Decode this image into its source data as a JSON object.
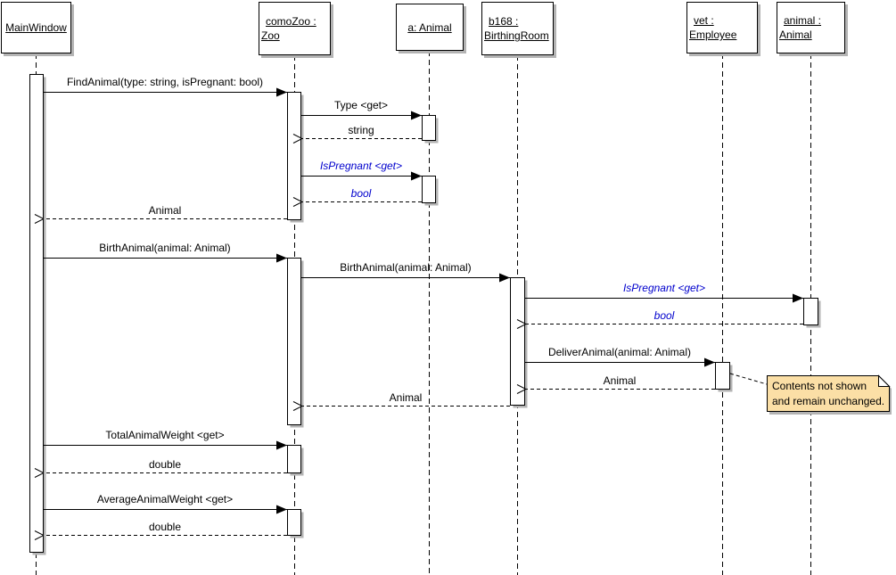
{
  "diagram_title": "Sequence diagram",
  "lifelines": [
    {
      "id": "mainwindow",
      "lines": [
        "MainWindow"
      ]
    },
    {
      "id": "comozoo",
      "lines": [
        "comoZoo :",
        "Zoo"
      ]
    },
    {
      "id": "a-animal",
      "lines": [
        "a: Animal"
      ]
    },
    {
      "id": "b168",
      "lines": [
        "b168 :",
        "BirthingRoom"
      ]
    },
    {
      "id": "vet",
      "lines": [
        "vet :",
        "Employee"
      ]
    },
    {
      "id": "animal",
      "lines": [
        "animal :",
        "Animal"
      ]
    }
  ],
  "messages": [
    {
      "label": "FindAnimal(type: string, isPregnant: bool)",
      "kind": "call",
      "style": "normal",
      "from": "mainwindow",
      "to": "comozoo"
    },
    {
      "label": "Type <get>",
      "kind": "call",
      "style": "normal",
      "from": "comozoo",
      "to": "a-animal"
    },
    {
      "label": "string",
      "kind": "return",
      "style": "normal",
      "from": "a-animal",
      "to": "comozoo"
    },
    {
      "label": "IsPregnant <get>",
      "kind": "call",
      "style": "getter",
      "from": "comozoo",
      "to": "a-animal"
    },
    {
      "label": "bool",
      "kind": "return",
      "style": "getter",
      "from": "a-animal",
      "to": "comozoo"
    },
    {
      "label": "Animal",
      "kind": "return",
      "style": "normal",
      "from": "comozoo",
      "to": "mainwindow"
    },
    {
      "label": "BirthAnimal(animal: Animal)",
      "kind": "call",
      "style": "normal",
      "from": "mainwindow",
      "to": "comozoo"
    },
    {
      "label": "BirthAnimal(animal: Animal)",
      "kind": "call",
      "style": "normal",
      "from": "comozoo",
      "to": "b168"
    },
    {
      "label": "IsPregnant <get>",
      "kind": "call",
      "style": "getter",
      "from": "b168",
      "to": "animal"
    },
    {
      "label": "bool",
      "kind": "return",
      "style": "getter",
      "from": "animal",
      "to": "b168"
    },
    {
      "label": "DeliverAnimal(animal: Animal)",
      "kind": "call",
      "style": "normal",
      "from": "b168",
      "to": "vet"
    },
    {
      "label": "Animal",
      "kind": "return",
      "style": "normal",
      "from": "vet",
      "to": "b168"
    },
    {
      "label": "Animal",
      "kind": "return",
      "style": "normal",
      "from": "b168",
      "to": "comozoo"
    },
    {
      "label": "TotalAnimalWeight <get>",
      "kind": "call",
      "style": "normal",
      "from": "mainwindow",
      "to": "comozoo"
    },
    {
      "label": "double",
      "kind": "return",
      "style": "normal",
      "from": "comozoo",
      "to": "mainwindow"
    },
    {
      "label": "AverageAnimalWeight <get>",
      "kind": "call",
      "style": "normal",
      "from": "mainwindow",
      "to": "comozoo"
    },
    {
      "label": "double",
      "kind": "return",
      "style": "normal",
      "from": "comozoo",
      "to": "mainwindow"
    }
  ],
  "note": {
    "lines": [
      "Contents not shown",
      "and remain unchanged."
    ]
  },
  "colors": {
    "getter_label": "#0000CD",
    "note_fill": "#FBDFA6",
    "shadow": "#B4B4B4",
    "line": "#000000",
    "background": "#FFFFFF"
  }
}
